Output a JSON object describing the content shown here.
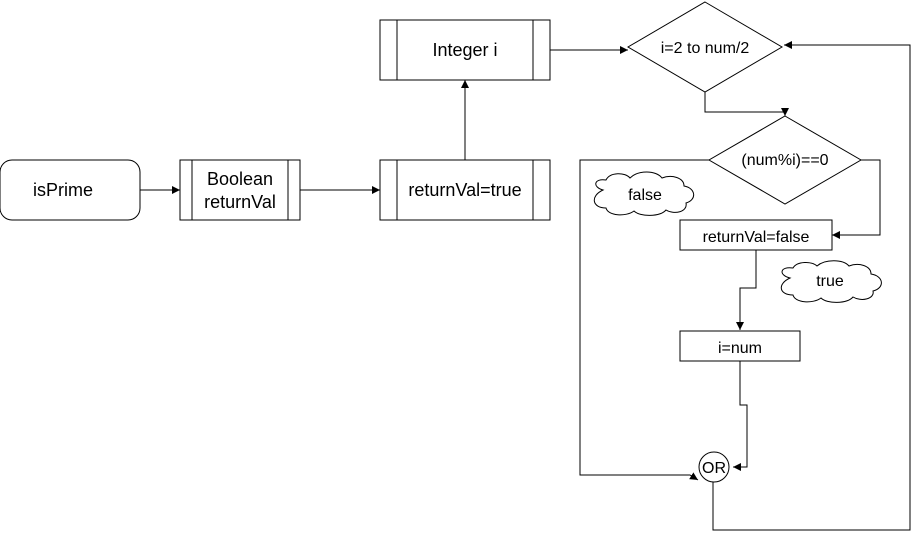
{
  "diagram": {
    "nodes": {
      "start": "isPrime",
      "declare_bool_line1": "Boolean",
      "declare_bool_line2": "returnVal",
      "init_true": "returnVal=true",
      "declare_int": "Integer i",
      "loop": "i=2 to num/2",
      "condition": "(num%i)==0",
      "set_false": "returnVal=false",
      "set_i": "i=num",
      "merge": "OR"
    },
    "labels": {
      "false_branch": "false",
      "true_branch": "true"
    },
    "colors": {
      "stroke": "#000000",
      "fill": "#ffffff",
      "text": "#000000"
    }
  }
}
